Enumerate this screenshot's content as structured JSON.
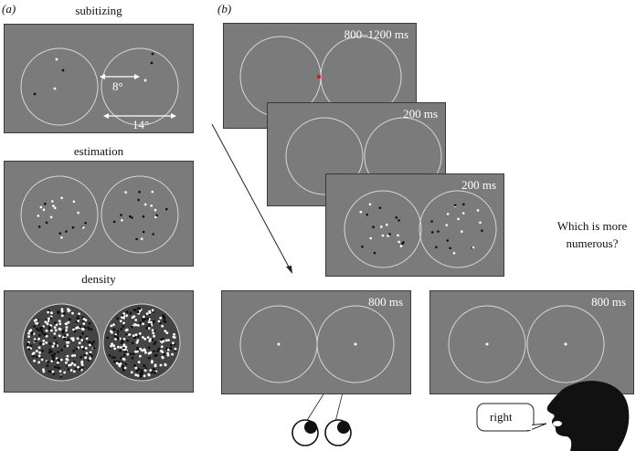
{
  "panel_a": {
    "label": "(a)",
    "subitizing": {
      "title": "subitizing",
      "dim_inner": "8°",
      "dim_outer": "14°"
    },
    "estimation": {
      "title": "estimation"
    },
    "density": {
      "title": "density"
    }
  },
  "panel_b": {
    "label": "(b)",
    "timings": [
      "800–1200 ms",
      "200 ms",
      "200 ms",
      "800 ms",
      "800 ms"
    ],
    "question": "Which is more numerous?",
    "response": "right"
  },
  "colors": {
    "screen": "#7b7b7b",
    "circle": "#d8d8d8",
    "fixation": "#e01010",
    "dot_white": "#ffffff",
    "dot_black": "#111111"
  }
}
